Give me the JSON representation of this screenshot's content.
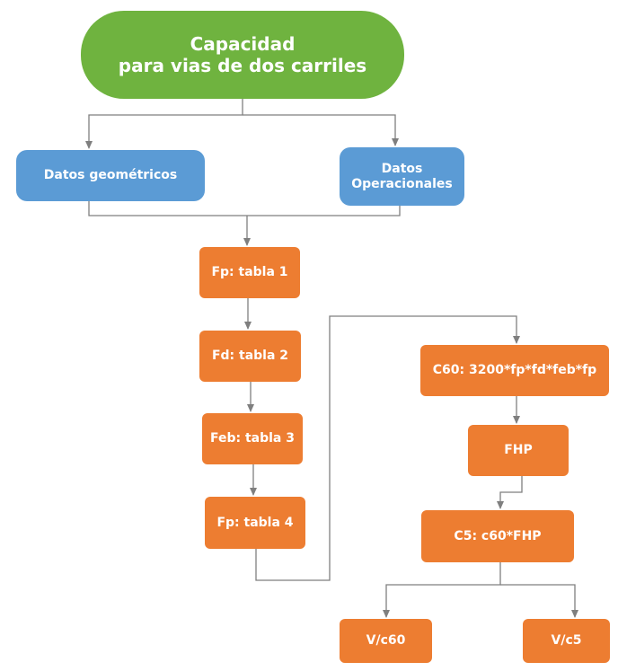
{
  "diagram": {
    "title": "Capacidad\npara vias de dos carriles",
    "inputs": {
      "geometric": "Datos geométricos",
      "operational": "Datos\nOperacionales"
    },
    "factors": {
      "fp1": "Fp: tabla 1",
      "fd": "Fd: tabla 2",
      "feb": "Feb: tabla 3",
      "fp4": "Fp: tabla 4"
    },
    "calculations": {
      "c60": "C60: 3200*fp*fd*feb*fp",
      "fhp": "FHP",
      "c5": "C5: c60*FHP"
    },
    "outputs": {
      "v_c60": "V/c60",
      "v_c5": "V/c5"
    }
  },
  "colors": {
    "title_fill": "#6fb33f",
    "input_fill": "#5b9bd5",
    "step_fill": "#ed7d31",
    "connector": "#7f7f7f",
    "text": "#ffffff"
  }
}
